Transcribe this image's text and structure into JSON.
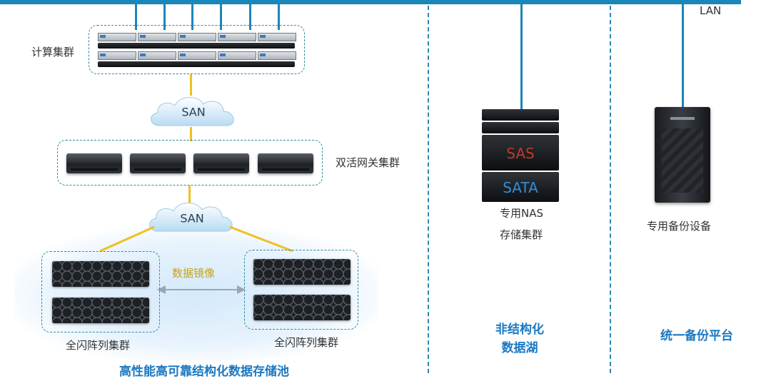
{
  "top_network": {
    "lan_label": "LAN"
  },
  "left_panel": {
    "compute_cluster_label": "计算集群",
    "san_top_label": "SAN",
    "gateway_cluster_label": "双活网关集群",
    "san_bottom_label": "SAN",
    "data_mirror_label": "数据镜像",
    "flash_array_left_label": "全闪阵列集群",
    "flash_array_right_label": "全闪阵列集群",
    "section_title": "高性能高可靠结构化数据存储池"
  },
  "middle_panel": {
    "nas_tier_labels": [
      "SAS",
      "SATA"
    ],
    "nas_label_line1": "专用NAS",
    "nas_label_line2": "存储集群",
    "section_title_line1": "非结构化",
    "section_title_line2": "数据湖"
  },
  "right_panel": {
    "backup_device_label": "专用备份设备",
    "section_title": "统一备份平台"
  },
  "colors": {
    "network_line": "#1b86b8",
    "san_link": "#f0c020",
    "dash_border": "#2e8ca0",
    "title_blue": "#1a78c2",
    "glow": "#cfe6fa"
  }
}
